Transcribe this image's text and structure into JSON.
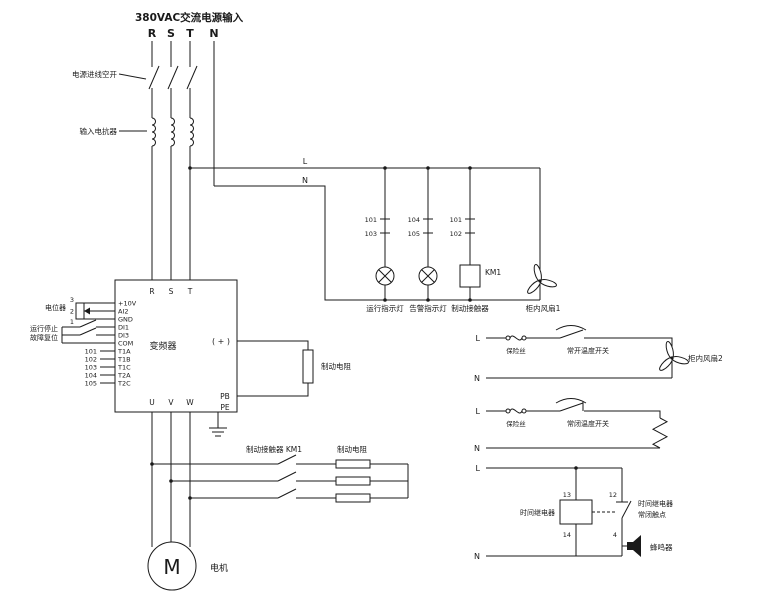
{
  "power": {
    "title": "380VAC交流电源输入",
    "phase_r": "R",
    "phase_s": "S",
    "phase_t": "T",
    "phase_n": "N",
    "breaker_label": "电源进线空开",
    "reactor_label": "输入电抗器"
  },
  "rails": {
    "live": "L",
    "neutral": "N"
  },
  "branches": {
    "run_lamp": {
      "t_top": "101",
      "t_bot": "103",
      "label": "运行指示灯"
    },
    "alarm_lamp": {
      "t_top": "104",
      "t_bot": "105",
      "label": "告警指示灯"
    },
    "brake_contactor": {
      "t_top": "101",
      "t_bot": "102",
      "coil": "KM1",
      "label": "制动接触器"
    },
    "fan1_label": "柜内风扇1"
  },
  "inverter": {
    "name": "变频器",
    "in_r": "R",
    "in_s": "S",
    "in_t": "T",
    "left_terminals": [
      "+10V",
      "AI2",
      "GND",
      "DI1",
      "DI3",
      "COM",
      "T1A",
      "T1B",
      "T1C",
      "T2A",
      "T2C"
    ],
    "wire_numbers": [
      "101",
      "102",
      "103",
      "104",
      "105"
    ],
    "out_u": "U",
    "out_v": "V",
    "out_w": "W",
    "pb": "PB",
    "pe": "PE",
    "dc_plus": "( + )"
  },
  "pot": {
    "label": "电位器",
    "pin3": "3",
    "pin2": "2",
    "pin1": "1"
  },
  "inputs": {
    "run_stop": "运行停止",
    "fault_reset": "故障复位"
  },
  "brake_resistor": {
    "label": "制动电阻"
  },
  "brake_bank": {
    "contactor": "制动接触器 KM1",
    "resistor": "制动电阻"
  },
  "motor": {
    "symbol": "M",
    "label": "电机"
  },
  "fan2": {
    "live": "L",
    "neutral": "N",
    "fuse": "保险丝",
    "switch": "常开温度开关",
    "label": "柜内风扇2"
  },
  "heater": {
    "live": "L",
    "neutral": "N",
    "fuse": "保险丝",
    "switch": "常闭温度开关"
  },
  "timer": {
    "live": "L",
    "neutral": "N",
    "coil": "时间继电器",
    "t13": "13",
    "t12": "12",
    "t14": "14",
    "t4": "4",
    "contact_line1": "时间继电器",
    "contact_line2": "常闭触点",
    "buzzer": "蜂鸣器"
  }
}
